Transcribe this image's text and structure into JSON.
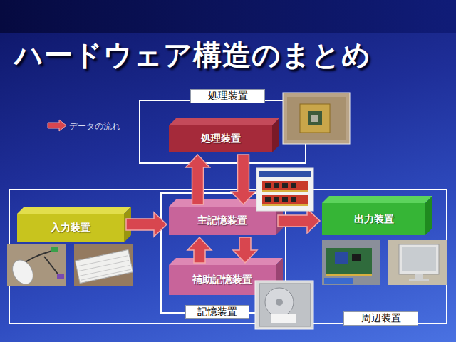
{
  "diagram": {
    "title": "ハードウェア構造のまとめ",
    "nodes": [
      {
        "text": [
          "処理装置"
        ]
      },
      {
        "text": [
          "処理装置"
        ],
        "in": 0
      },
      {
        "text": [
          "周辺装置"
        ]
      },
      {
        "text": [
          "入力装置"
        ],
        "in": 2
      },
      {
        "text": [
          "記憶装置"
        ],
        "in": 2
      },
      {
        "text": [
          "主記憶装置"
        ],
        "in": 4
      },
      {
        "text": [
          "補助記憶装置"
        ],
        "in": 4
      },
      {
        "text": [
          "出力装置"
        ],
        "in": 2
      }
    ],
    "edges": [
      {
        "from": 3,
        "to": 5,
        "arrow": "to"
      },
      {
        "from": 5,
        "to": 1,
        "arrow": "to"
      },
      {
        "from": 1,
        "to": 5,
        "arrow": "to"
      },
      {
        "from": 5,
        "to": 7,
        "arrow": "to"
      },
      {
        "from": 5,
        "to": 6,
        "arrow": "to"
      },
      {
        "from": 6,
        "to": 5,
        "arrow": "to"
      }
    ],
    "legend": [
      {
        "text": "データの流れ"
      }
    ]
  }
}
